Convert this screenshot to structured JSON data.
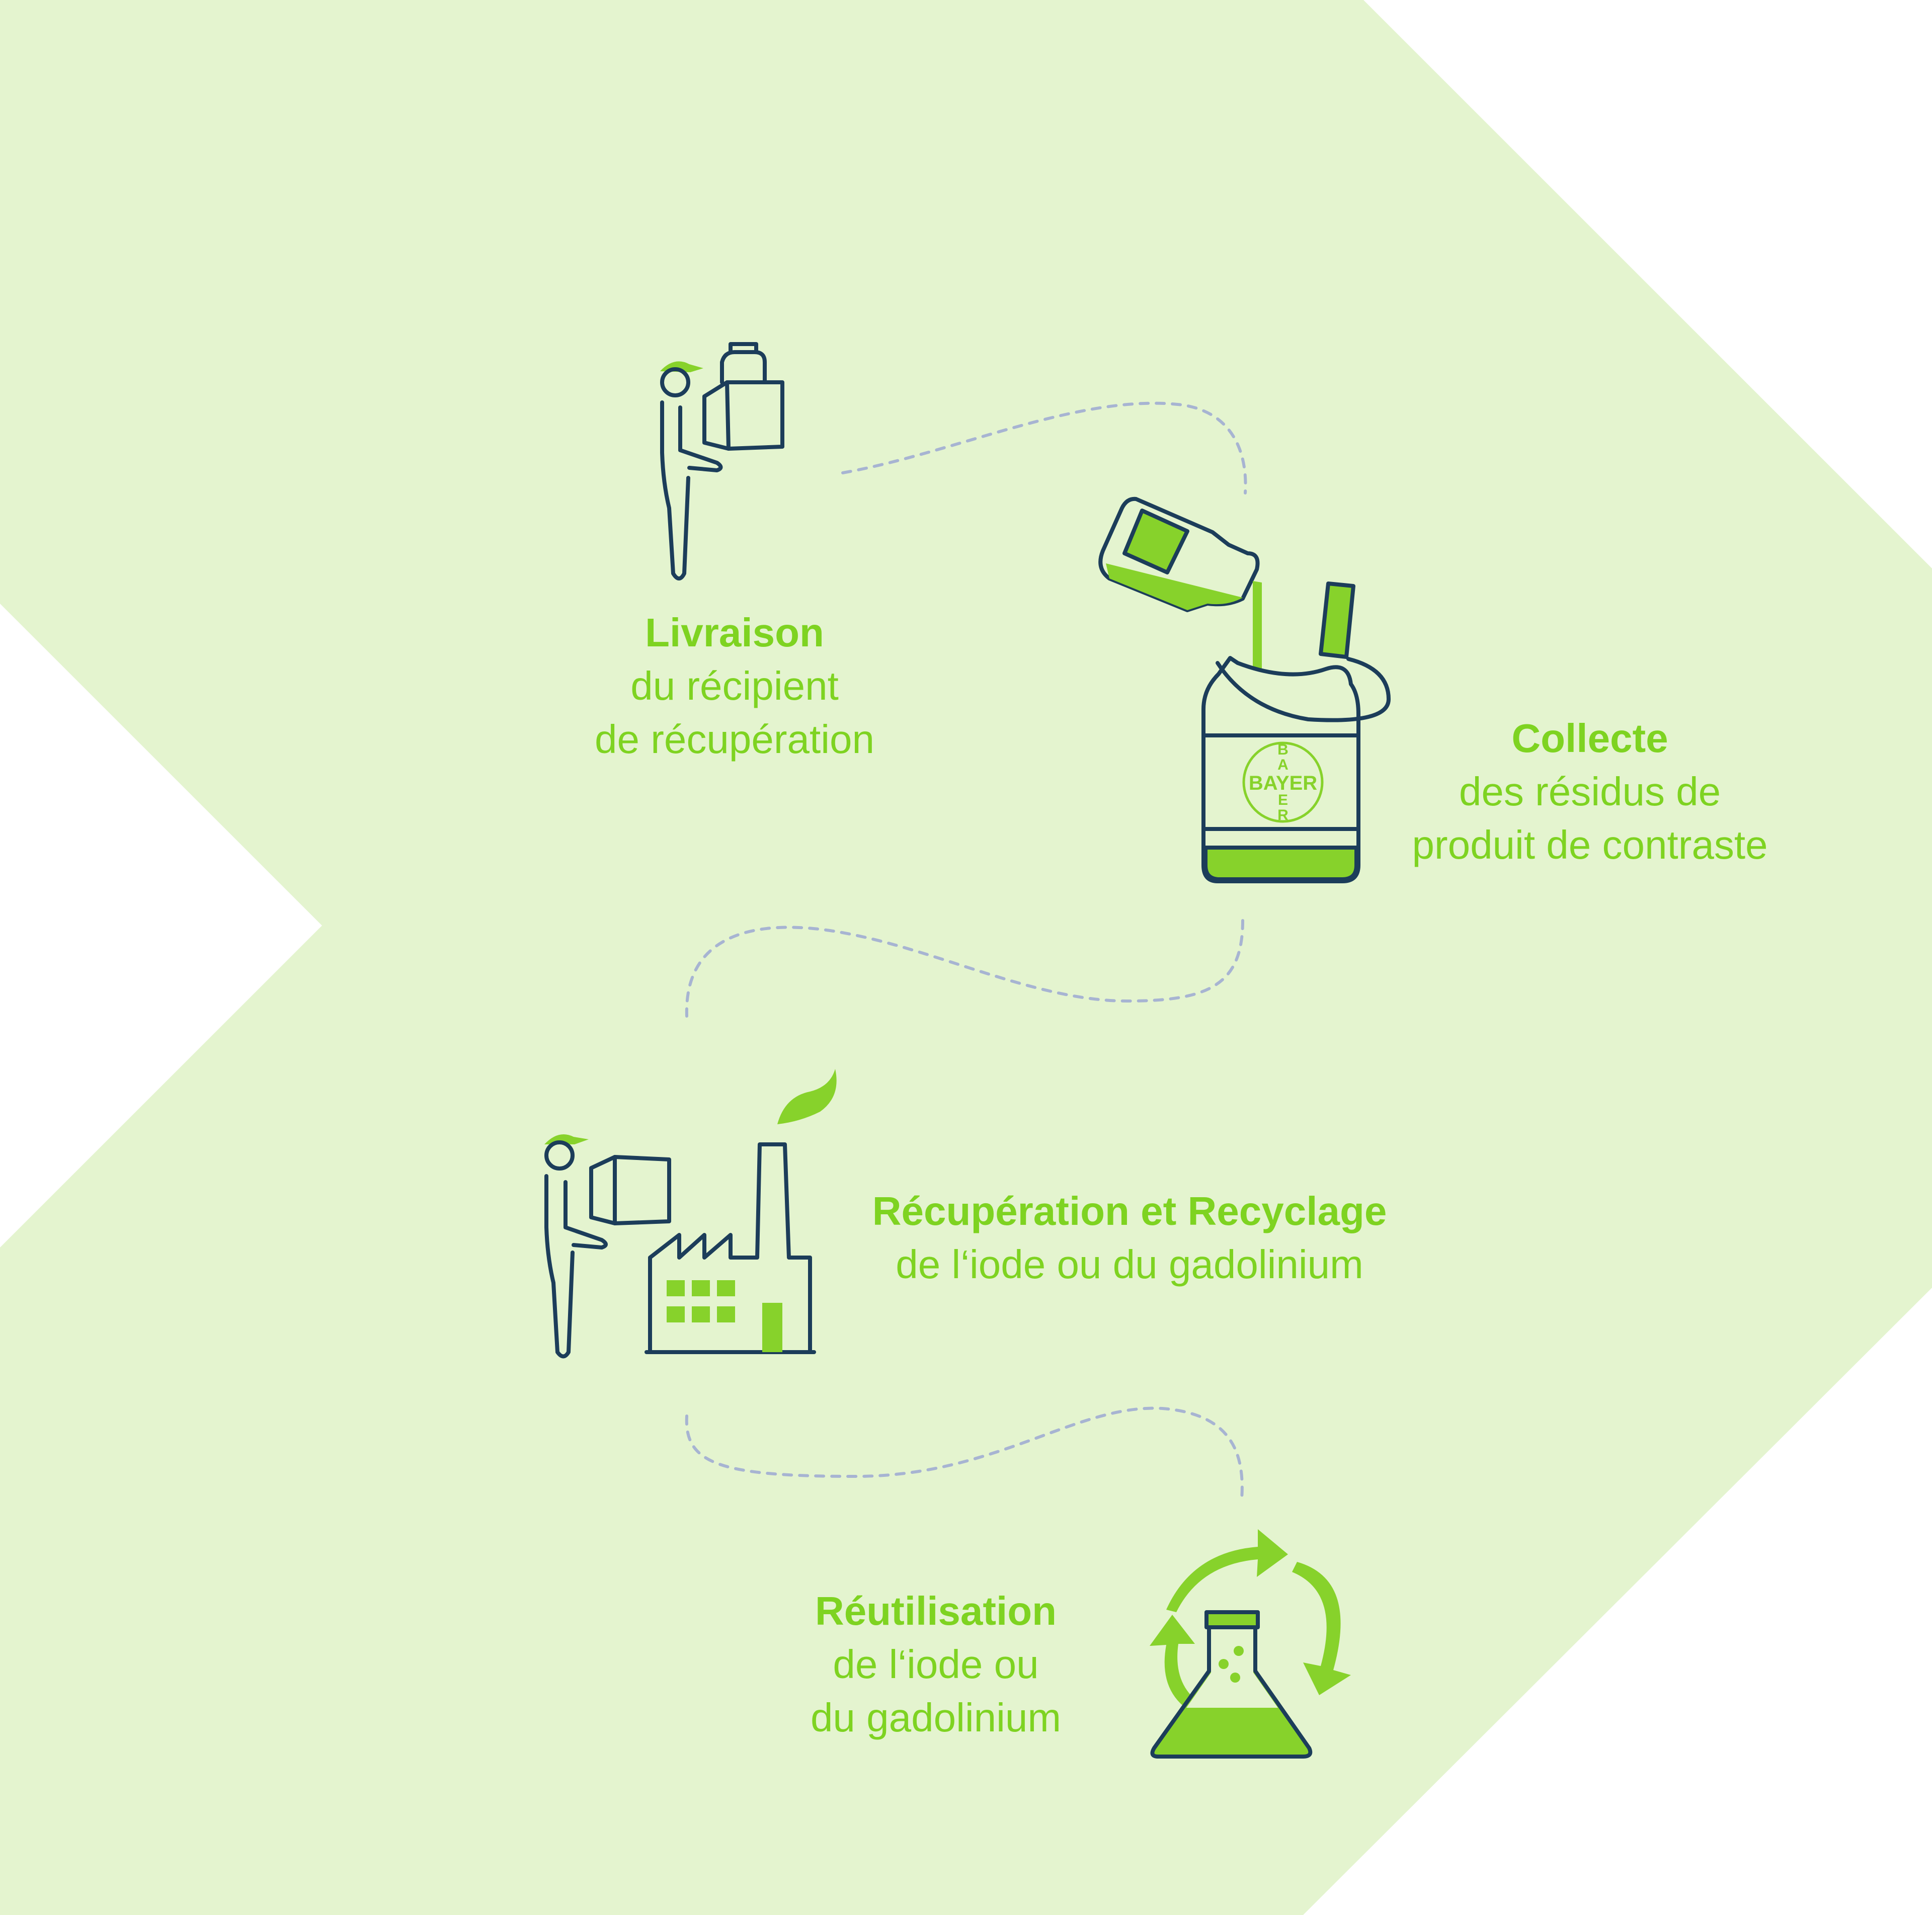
{
  "colors": {
    "background": "#E4F4CF",
    "page": "#FFFFFF",
    "accent_green": "#87D22B",
    "text_green": "#7ED321",
    "outline_navy": "#1C3D5A",
    "path_dots": "#A7B4D2"
  },
  "steps": [
    {
      "icon": "delivery-person-icon",
      "title": "Livraison",
      "lines": [
        "du récipient",
        "de récupération"
      ]
    },
    {
      "icon": "collection-container-icon",
      "title": "Collecte",
      "lines": [
        "des résidus de",
        "produit de contraste"
      ],
      "container_logo": "BAYER"
    },
    {
      "icon": "factory-icon",
      "title": "Récupération et Recyclage",
      "lines": [
        "de l‘iode ou du gadolinium"
      ]
    },
    {
      "icon": "recycle-flask-icon",
      "title": "Réutilisation",
      "lines": [
        "de l‘iode ou",
        "du gadolinium"
      ]
    }
  ]
}
